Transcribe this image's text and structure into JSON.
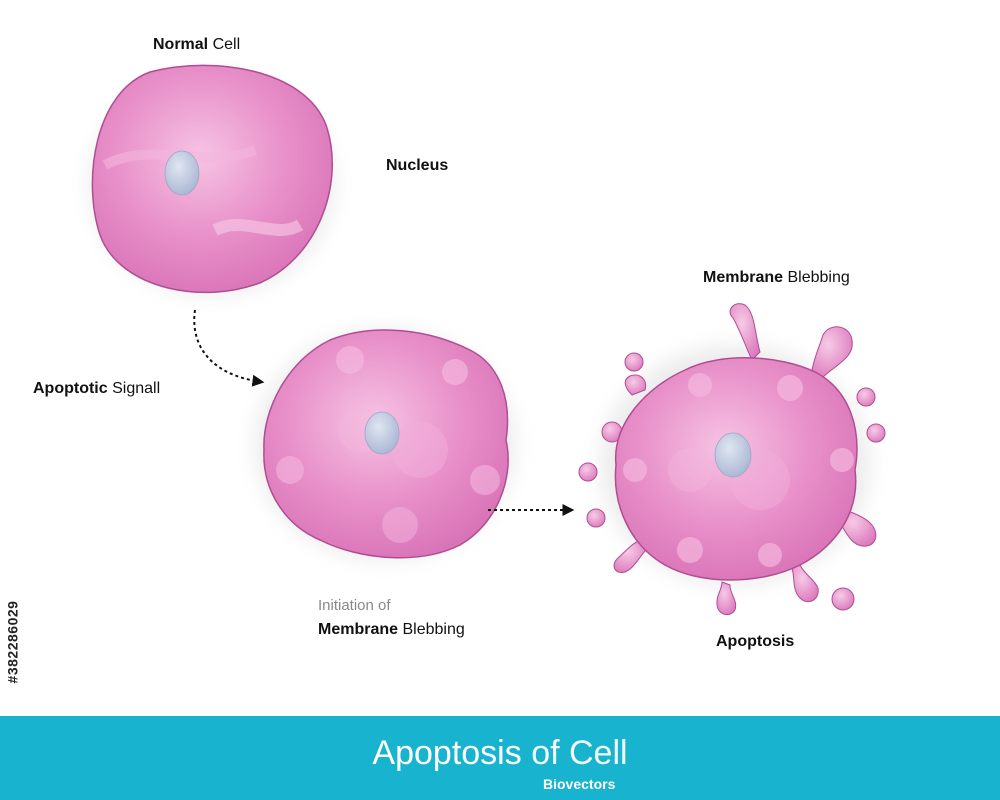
{
  "labels": {
    "normal_cell": {
      "bold": "Normal",
      "rest": " Cell"
    },
    "nucleus": {
      "bold": "Nucleus",
      "rest": ""
    },
    "membrane_blebbing_top": {
      "bold": "Membrane",
      "rest": " Blebbing"
    },
    "apoptotic_signal": {
      "bold": "Apoptotic",
      "rest": " Signall"
    },
    "initiation_line1": "Initiation of",
    "initiation_line2": {
      "bold": "Membrane",
      "rest": " Blebbing"
    },
    "apoptosis": {
      "bold": "Apoptosis",
      "rest": ""
    }
  },
  "footer": {
    "title_main": "Apoptosis",
    "title_rest": " of Cell",
    "subtitle": "Biovectors"
  },
  "stock_id": "#382286029",
  "colors": {
    "cell_fill": "#e98fcb",
    "cell_stroke": "#b04d92",
    "nucleus_fill": "#b9c3dc",
    "footer_bg": "#17b3cf",
    "arrow": "#111111"
  }
}
